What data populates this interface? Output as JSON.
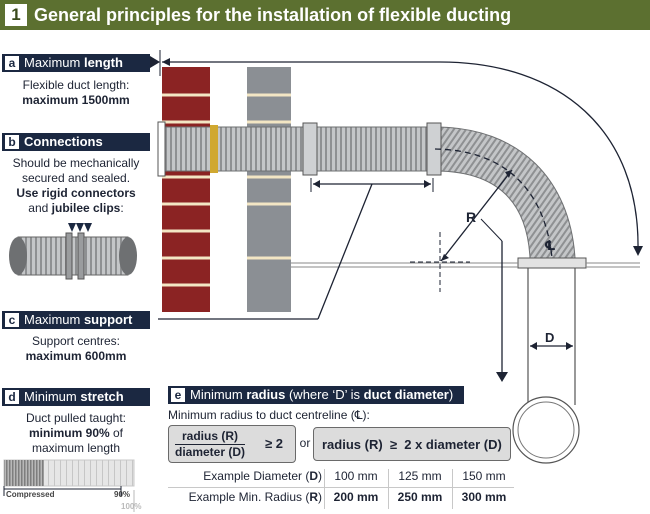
{
  "banner": {
    "number": "1",
    "title": "General principles for the installation of flexible ducting"
  },
  "sections": {
    "a": {
      "letter": "a",
      "title_normal": "Maximum ",
      "title_bold": "length",
      "line1": "Flexible duct length:",
      "line2": "maximum 1500mm"
    },
    "b": {
      "letter": "b",
      "title_bold": "Connections",
      "line1": "Should be mechanically",
      "line2": "secured and sealed.",
      "line3": "Use rigid connectors",
      "line4_pre": "and ",
      "line4_bold": "jubilee clips",
      "line4_post": ":"
    },
    "c": {
      "letter": "c",
      "title_normal": "Maximum ",
      "title_bold": "support",
      "line1": "Support centres:",
      "line2": "maximum 600mm"
    },
    "d": {
      "letter": "d",
      "title_normal": "Minimum ",
      "title_bold": "stretch",
      "line1": "Duct pulled taught:",
      "line2_bold": "minimum 90%",
      "line2_post": " of",
      "line3": "maximum length",
      "label_compressed": "Compressed",
      "label_90": "90%",
      "label_100": "100%"
    },
    "e": {
      "letter": "e",
      "title_normal": "Minimum ",
      "title_bold": "radius",
      "title_rest": " (where ‘D’ is ",
      "title_bold2": "duct diameter",
      "title_end": ")",
      "subtitle": "Minimum radius to duct centreline (℄):"
    }
  },
  "formula": {
    "numerator": "radius (R)",
    "denominator": "diameter (D)",
    "ge1": "≥ 2",
    "or": "or",
    "rule": "radius (R)  ≥  2 x diameter (D)"
  },
  "table": {
    "row1_label": "Example Diameter (",
    "row1_sym": "D",
    "row1_close": ")",
    "row2_label": "Example Min. Radius (",
    "row2_sym": "R",
    "row2_close": ")",
    "diameters": [
      "100 mm",
      "125 mm",
      "150 mm"
    ],
    "radii": [
      "200 mm",
      "250 mm",
      "300 mm"
    ]
  },
  "diagram": {
    "label_R": "R",
    "label_D": "D",
    "label_CL": "℄"
  },
  "colors": {
    "banner": "#5c7030",
    "header": "#1b2841",
    "brick": "#8b2323",
    "block": "#8b8f94",
    "duct": "#b4b6b9"
  }
}
